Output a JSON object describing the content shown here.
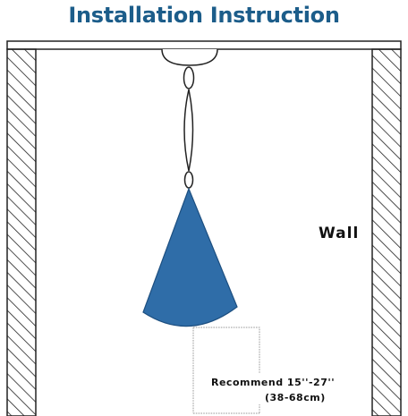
{
  "title": "Installation Instruction",
  "wall_label": "Wall",
  "recommend_label": "Recommend 15''-27''",
  "recommend_metric": "(38-68cm)",
  "colors": {
    "title": "#1c5d8a",
    "shade": "#2f6da8",
    "shade_edge": "#1d4f80",
    "line": "#222222",
    "guide": "#9a9a9a"
  }
}
